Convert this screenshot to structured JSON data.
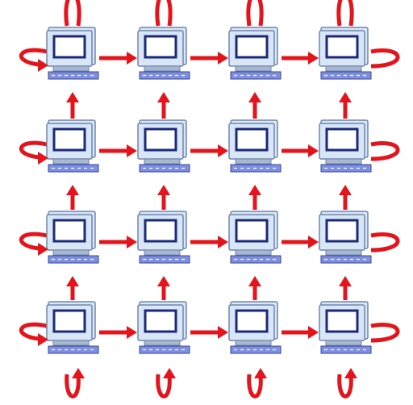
{
  "diagram": {
    "kind": "torus-network",
    "rows": 4,
    "cols": 4,
    "node_icon": "computer-icon",
    "connections": {
      "horizontal": "left-to-right",
      "vertical": "bottom-to-top",
      "wraparound": true
    }
  },
  "colors": {
    "link": "#e4141c",
    "background": "#ffffff",
    "monitor_frame": "#d9e6f6",
    "monitor_edge": "#6f86ad",
    "screen_border": "#1b2a7a",
    "screen": "#ffffff",
    "keyboard": "#7f8fe2",
    "keyboard_edge": "#36459a",
    "base": "#a9b7cf"
  }
}
